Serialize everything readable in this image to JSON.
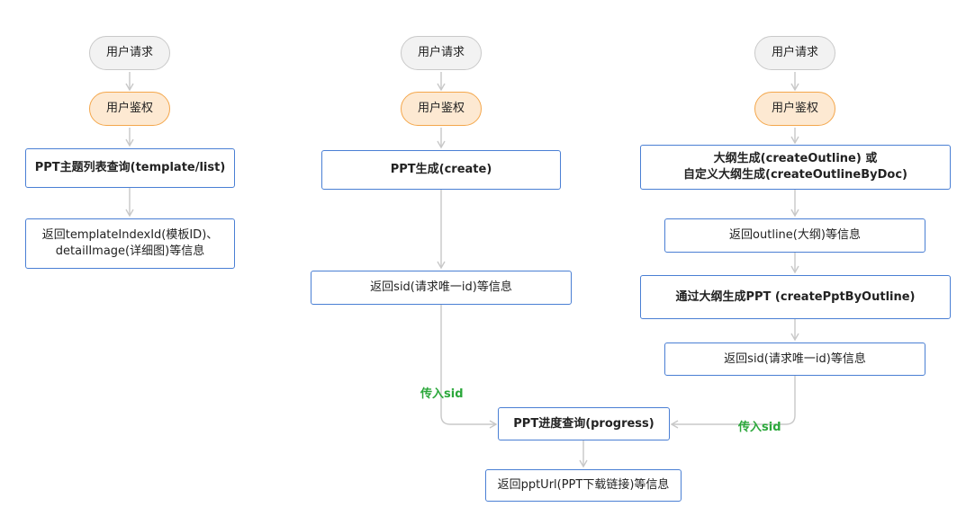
{
  "col1": {
    "request": "用户请求",
    "auth": "用户鉴权",
    "query": "PPT主题列表查询(template/list)",
    "result_line1": "返回templateIndexId(模板ID)、",
    "result_line2": "detailImage(详细图)等信息"
  },
  "col2": {
    "request": "用户请求",
    "auth": "用户鉴权",
    "create": "PPT生成(create)",
    "result": "返回sid(请求唯一id)等信息",
    "pass_label": "传入sid"
  },
  "col3": {
    "request": "用户请求",
    "auth": "用户鉴权",
    "outline_line1": "大纲生成(createOutline) 或",
    "outline_line2": "自定义大纲生成(createOutlineByDoc)",
    "outline_result": "返回outline(大纲)等信息",
    "create_by_outline": "通过大纲生成PPT (createPptByOutline)",
    "result": "返回sid(请求唯一id)等信息",
    "pass_label": "传入sid"
  },
  "progress": {
    "query": "PPT进度查询(progress)",
    "result": "返回pptUrl(PPT下载链接)等信息"
  },
  "colors": {
    "arrow": "#c8c8c8",
    "blue_border": "#4a7fd4",
    "orange_border": "#f4a74c",
    "orange_fill": "#fde9d2",
    "gray_fill": "#f2f2f2",
    "label_green": "#2aa73a"
  }
}
